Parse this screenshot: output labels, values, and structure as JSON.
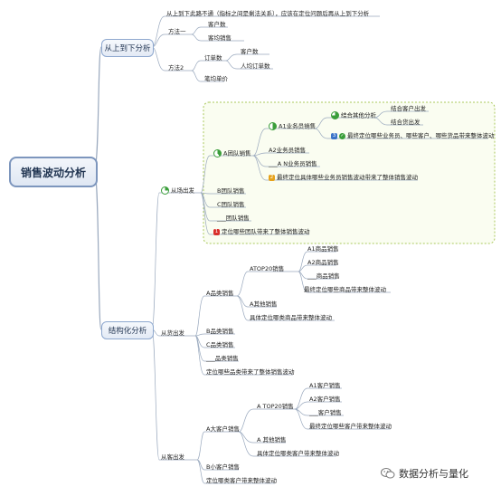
{
  "root": "销售波动分析",
  "branch1": {
    "title": "从上到下分析",
    "note": "从上到下此路不通（指标之间是剩法关系），应该在定位问题后再从上到下分析",
    "method1": {
      "label": "方法一",
      "items": [
        "客户数",
        "客均销售"
      ]
    },
    "method2": {
      "label": "方法2",
      "order_count": "订单数",
      "order_children": [
        "客户数",
        "人均订单数"
      ],
      "avg": "笔均单价"
    }
  },
  "branch2": {
    "title": "结构化分析",
    "team": {
      "label": "从场出发",
      "a_team": "A团队销售",
      "a1": "A1业务员销售",
      "combine": "结合其他分析",
      "combine_children": [
        "结合客户出发",
        "结合货出发"
      ],
      "locate_member": "最终定位哪些业务员、哪些客户、哪些货品带来整体波动",
      "a2": "A2业务员销售",
      "an": "___A N业务员销售",
      "final_a": "最终定位具体哪些业务员销售波动带来了整体销售波动",
      "b": "B团队销售",
      "c": "C团队销售",
      "etc": "___团队销售",
      "final_team": "定位哪些团队带来了整体销售波动"
    },
    "goods": {
      "label": "从货出发",
      "a_cat": "A品类销售",
      "top20": "ATOP20销售",
      "top20_children": [
        "A1商品销售",
        "A2商品销售",
        "___商品销售",
        "最终定位哪些商品带来整体波动"
      ],
      "a_other": "A其他销售",
      "a_locate": "具体定位哪类商品带来整体波动",
      "b_cat": "B品类销售",
      "c_cat": "C品类销售",
      "etc": "___品类销售",
      "final": "定位哪些品类带来了整体销售波动"
    },
    "customer": {
      "label": "从客出发",
      "a_big": "A大客户销售",
      "top20": "A TOP20销售",
      "top20_children": [
        "A1客户销售",
        "A2客户销售",
        "___客户销售",
        "最终定位哪些客户带来整体波动"
      ],
      "a_other": "A 其他销售",
      "a_locate": "具体定位哪类客户带来整体波动",
      "b_small": "B小客户销售",
      "final": "定位哪类客户带来整体波动"
    }
  },
  "badges": {
    "n1": "1",
    "n2": "2",
    "n3": "3"
  },
  "watermark": "数据分析与量化",
  "colors": {
    "accent": "#8ea8cf",
    "highlight_bg": "#fafdf1",
    "highlight_border": "#a9c85a",
    "red_badge": "#d9302c",
    "orange_badge": "#e6a21a",
    "blue_badge": "#3b73c8",
    "green": "#3a9e3a"
  }
}
